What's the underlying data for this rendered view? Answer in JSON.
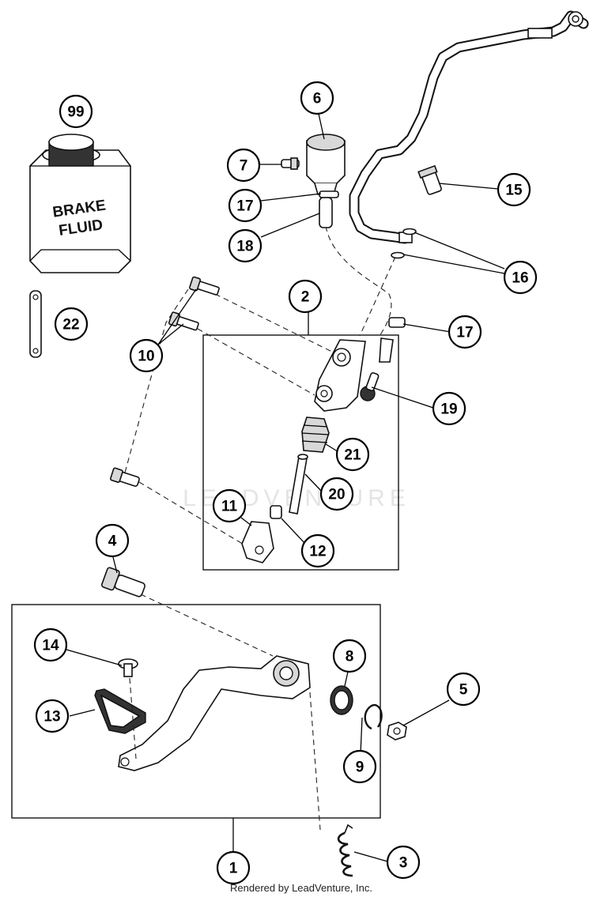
{
  "watermark": "LEADVENTURE",
  "footer": "Rendered by LeadVenture, Inc.",
  "bottle": {
    "line1": "BRAKE",
    "line2": "FLUID"
  },
  "callouts": {
    "c99": "99",
    "c22": "22",
    "c6": "6",
    "c7": "7",
    "c17a": "17",
    "c18": "18",
    "c15": "15",
    "c16": "16",
    "c2": "2",
    "c17b": "17",
    "c10": "10",
    "c19": "19",
    "c21": "21",
    "c20": "20",
    "c11": "11",
    "c12": "12",
    "c4": "4",
    "c14": "14",
    "c8": "8",
    "c5": "5",
    "c13": "13",
    "c9": "9",
    "c1": "1",
    "c3": "3"
  }
}
